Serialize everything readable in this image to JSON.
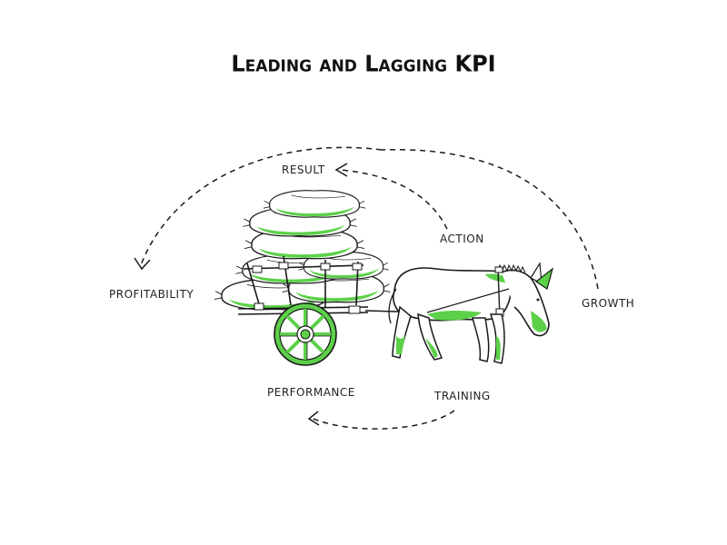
{
  "title": "Leading and Lagging KPI",
  "labels": {
    "result": "RESULT",
    "action": "ACTION",
    "profitability": "PROFITABILITY",
    "growth": "GROWTH",
    "performance": "PERFORMANCE",
    "training": "TRAINING"
  },
  "colors": {
    "accent": "#5dd04a",
    "ink": "#1a1a1a",
    "background": "#ffffff"
  },
  "icons": [
    "donkey-icon",
    "cart-icon",
    "sack-icon",
    "wheel-icon"
  ]
}
